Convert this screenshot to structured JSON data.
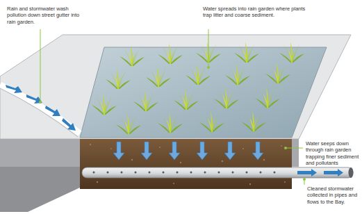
{
  "diagram": {
    "labels": [
      "Rain and stormwater wash pollution down street gutter into rain garden.",
      "Water spreads into rain garden where plants trap litter and coarse sediment.",
      "Water seeps down through rain garden trapping finer sediment and pollutants",
      "Cleaned stormwater collected in pipes and flows to the Bay."
    ]
  }
}
